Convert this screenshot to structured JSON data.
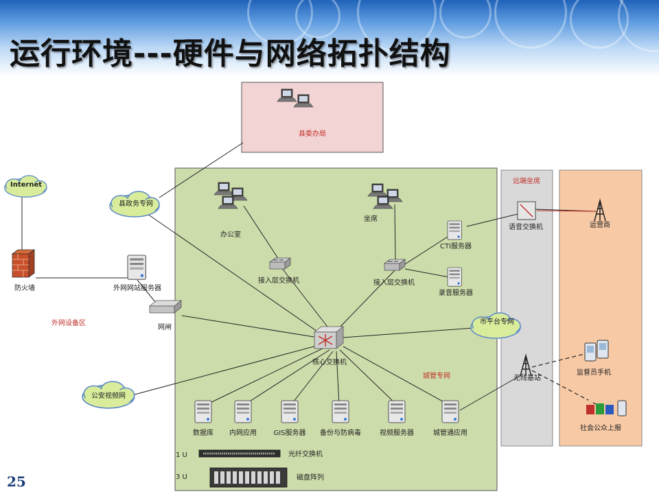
{
  "header": {
    "title": "运行环境---硬件与网络拓扑结构"
  },
  "page_number": "25",
  "zones": {
    "county_office_area": "县委办局",
    "remote_seats_area": "远端坐席",
    "external_zone": "外网设备区",
    "urban_net_zone": "城管专网"
  },
  "nodes": {
    "internet": "Internet",
    "county_gov_net": "县政务专网",
    "firewall": "防火墙",
    "ext_web_server": "外网网站服务器",
    "gateway": "网闸",
    "office_room": "办公室",
    "access_switch_1": "接入层交换机",
    "seats": "坐席",
    "access_switch_2": "接入层交换机",
    "cti_server": "CTI服务器",
    "record_server": "录音服务器",
    "voice_switch": "语音交换机",
    "operator": "运营商",
    "city_platform_net": "市平台专网",
    "core_switch": "核心交换机",
    "wireless_station": "无线基站",
    "inspector_phone": "监督员手机",
    "public_report": "社会公众上报",
    "public_video_net": "公安视频网",
    "database": "数据库",
    "intranet_app": "内网应用",
    "gis_server": "GIS服务器",
    "backup_antivirus": "备份与防病毒",
    "video_server": "视频服务器",
    "urban_app": "城管通应用",
    "fiber_switch_units": "1 U",
    "fiber_switch": "光纤交换机",
    "disk_array_units": "3 U",
    "disk_array": "磁盘阵列"
  },
  "colors": {
    "county_office_fill": "#f2d4d4",
    "urban_net_fill": "#cddcab",
    "remote_fill": "#d9d9d9",
    "operator_fill": "#f7c9a5",
    "cloud_fill": "#d8ec9c",
    "label_red": "#c0302a"
  }
}
